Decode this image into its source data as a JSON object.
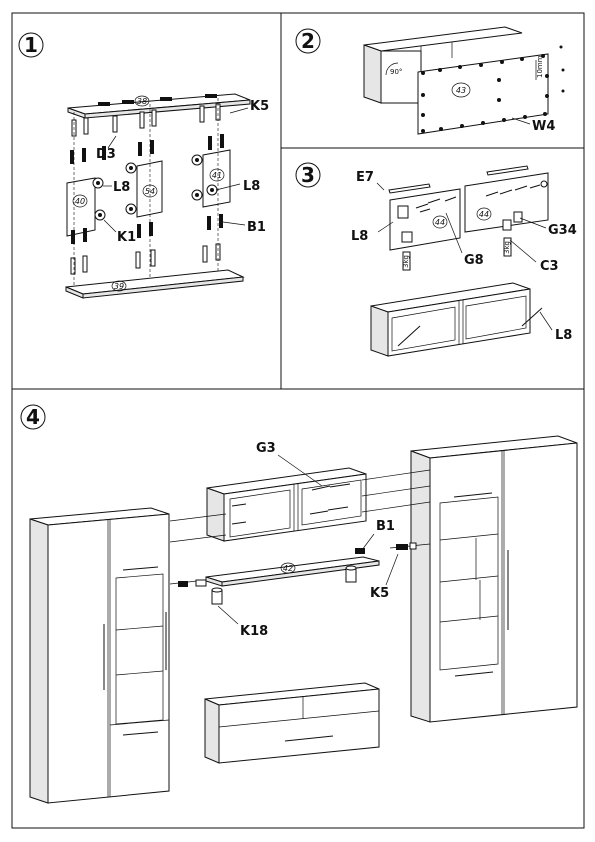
{
  "steps": [
    {
      "number": "1"
    },
    {
      "number": "2"
    },
    {
      "number": "3"
    },
    {
      "number": "4"
    }
  ],
  "step1": {
    "panel_top": "38",
    "panel_bottom": "39",
    "panel_left": "40",
    "panel_middle": "54",
    "panel_right": "41",
    "labels": {
      "k5": "K5",
      "d3": "D3",
      "l8_left": "L8",
      "l8_right": "L8",
      "k1": "K1",
      "b1": "B1"
    }
  },
  "step2": {
    "angle": "90°",
    "panel": "43",
    "dimension": "10mm",
    "label_w4": "W4"
  },
  "step3": {
    "label_e7": "E7",
    "label_l8_left": "L8",
    "label_g8": "G8",
    "label_g34": "G34",
    "label_c3": "C3",
    "label_l8_bottom": "L8",
    "panel_left": "44",
    "panel_right": "44",
    "tag": "3kg"
  },
  "step4": {
    "label_g3": "G3",
    "label_b1": "B1",
    "label_k5": "K5",
    "label_k18": "K18",
    "shelf": "42"
  }
}
